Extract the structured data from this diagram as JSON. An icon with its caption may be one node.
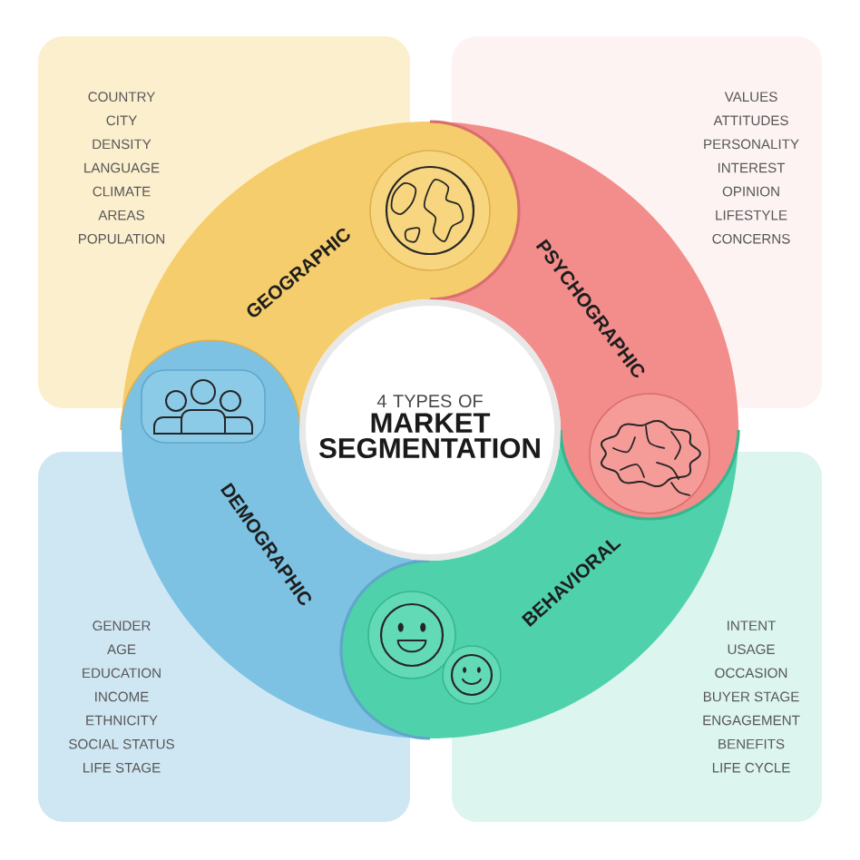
{
  "diagram": {
    "nodes": [
      {
        "text": [
          "4 TYPES OF",
          "MARKET SEGMENTATION"
        ]
      },
      {
        "text": [
          "GEOGRAPHIC"
        ]
      },
      {
        "text": [
          "PSYCHOGRAPHIC"
        ]
      },
      {
        "text": [
          "BEHAVIORAL"
        ]
      },
      {
        "text": [
          "DEMOGRAPHIC"
        ]
      },
      {
        "text": [
          "COUNTRY",
          "CITY",
          "DENSITY",
          "LANGUAGE",
          "CLIMATE",
          "AREAS",
          "POPULATION"
        ]
      },
      {
        "text": [
          "VALUES",
          "ATTITUDES",
          "PERSONALITY",
          "INTEREST",
          "OPINION",
          "LIFESTYLE",
          "CONCERNS"
        ]
      },
      {
        "text": [
          "GENDER",
          "AGE",
          "EDUCATION",
          "INCOME",
          "ETHNICITY",
          "SOCIAL STATUS",
          "LIFE STAGE"
        ]
      },
      {
        "text": [
          "INTENT",
          "USAGE",
          "OCCASION",
          "BUYER STAGE",
          "ENGAGEMENT",
          "BENEFITS",
          "LIFE CYCLE"
        ]
      }
    ]
  }
}
